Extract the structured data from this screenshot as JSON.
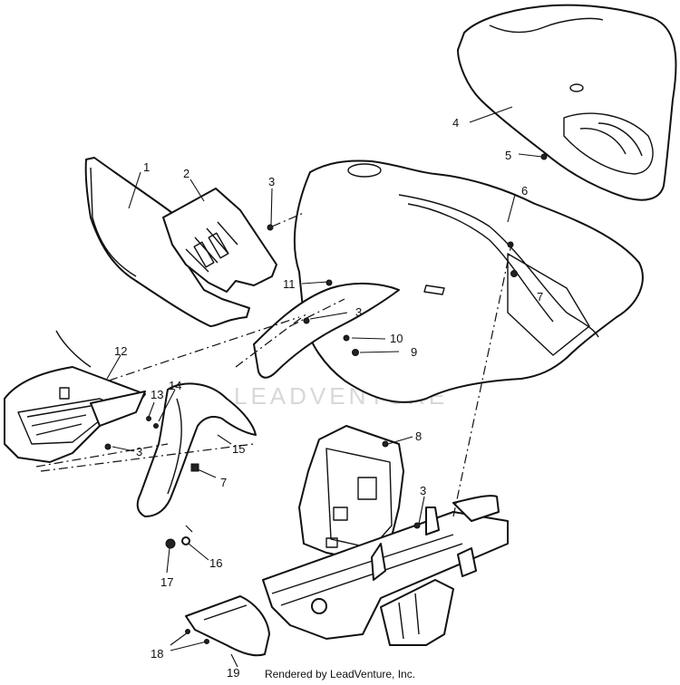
{
  "callouts": [
    {
      "label": "1"
    },
    {
      "label": "2"
    },
    {
      "label": "3"
    },
    {
      "label": "4"
    },
    {
      "label": "5"
    },
    {
      "label": "6"
    },
    {
      "label": "7"
    },
    {
      "label": "11"
    },
    {
      "label": "3"
    },
    {
      "label": "10"
    },
    {
      "label": "9"
    },
    {
      "label": "7"
    },
    {
      "label": "12"
    },
    {
      "label": "13"
    },
    {
      "label": "14"
    },
    {
      "label": "8"
    },
    {
      "label": "3"
    },
    {
      "label": "15"
    },
    {
      "label": "7"
    },
    {
      "label": "3"
    },
    {
      "label": "16"
    },
    {
      "label": "17"
    },
    {
      "label": "18"
    },
    {
      "label": "19"
    }
  ],
  "watermark": "LEADVENTURE",
  "credit": "Rendered by LeadVenture, Inc."
}
